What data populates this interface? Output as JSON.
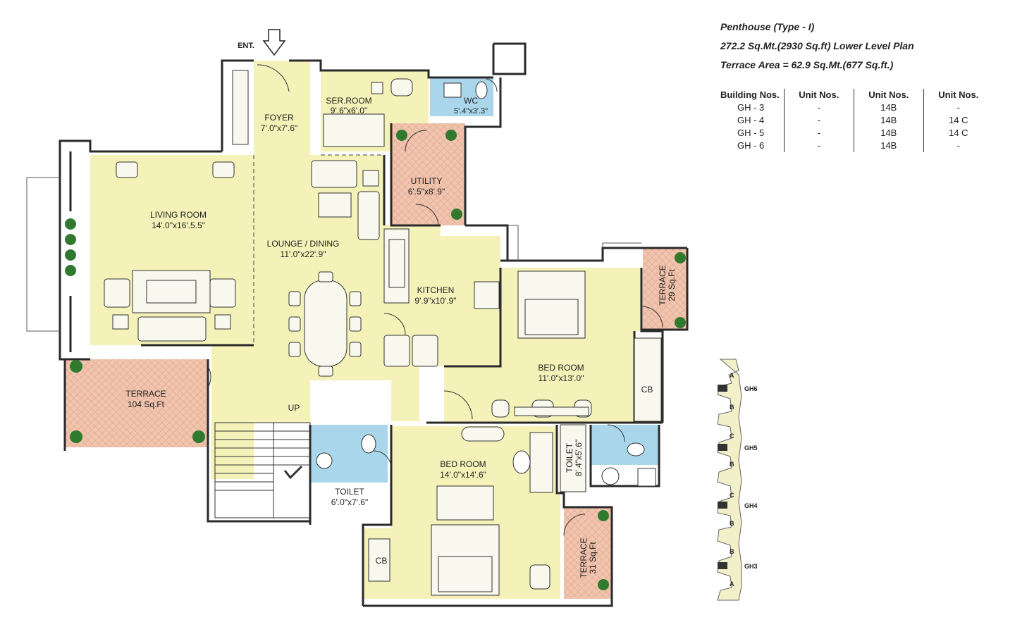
{
  "header": {
    "title": "Penthouse (Type - I)",
    "area_line": "272.2 Sq.Mt.(2930 Sq.ft) Lower Level Plan",
    "terrace_line": "Terrace Area = 62.9 Sq.Mt.(677 Sq.ft.)"
  },
  "table": {
    "headers": [
      "Building Nos.",
      "Unit    Nos.",
      "Unit    Nos.",
      "Unit    Nos."
    ],
    "rows": [
      [
        "GH - 3",
        "-",
        "14B",
        "-"
      ],
      [
        "GH - 4",
        "-",
        "14B",
        "14 C"
      ],
      [
        "GH - 5",
        "-",
        "14B",
        "14 C"
      ],
      [
        "GH - 6",
        "-",
        "14B",
        "-"
      ]
    ]
  },
  "plan": {
    "entrance": "ENT.",
    "up": "UP",
    "rooms": [
      {
        "name": "FOYER",
        "dims": "7'.0\"x7'.6\""
      },
      {
        "name": "SER.ROOM",
        "dims": "9'.6\"x6'.0\""
      },
      {
        "name": "WC",
        "dims": "5'.4\"x3'.3\""
      },
      {
        "name": "UTILITY",
        "dims": "6'.5\"x8'.9\""
      },
      {
        "name": "LIVING ROOM",
        "dims": "14'.0\"x16'.5.5\""
      },
      {
        "name": "LOUNGE / DINING",
        "dims": "11'.0\"x22'.9\""
      },
      {
        "name": "KITCHEN",
        "dims": "9'.9\"x10'.9\""
      },
      {
        "name": "TERRACE",
        "dims": "29 Sq.Ft"
      },
      {
        "name": "BED ROOM",
        "dims": "11'.0\"x13'.0\""
      },
      {
        "name": "TERRACE",
        "dims": "104 Sq.Ft"
      },
      {
        "name": "BED ROOM",
        "dims": "14'.0\"x14'.6\""
      },
      {
        "name": "TOILET",
        "dims": "8'.4\"x5'.6\""
      },
      {
        "name": "TOILET",
        "dims": "6'.0\"x7'.6\""
      },
      {
        "name": "TERRACE",
        "dims": "31 Sq.Ft"
      }
    ],
    "cupboards": [
      "CB",
      "CB"
    ]
  },
  "keyplan": {
    "blocks": [
      "GH6",
      "GH5",
      "GH4",
      "GH3"
    ],
    "unit_labels": [
      "A",
      "B",
      "C",
      "B",
      "C",
      "B",
      "B",
      "A"
    ]
  },
  "colors": {
    "room_fill": "#f4f2b8",
    "terrace_fill": "#f0c4ae",
    "wet_fill": "#a9d6ea",
    "wall": "#2a2a2a"
  }
}
